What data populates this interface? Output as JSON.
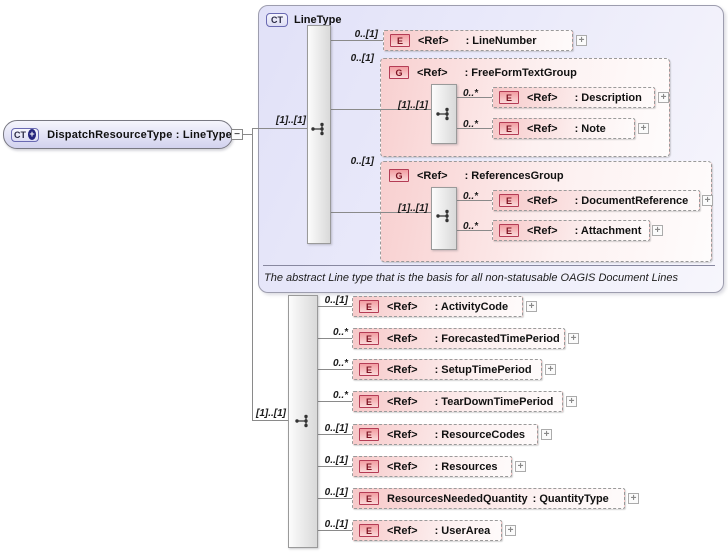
{
  "root_element": {
    "badge": "CT",
    "label": "DispatchResourceType : LineType",
    "collapse_glyph": "−"
  },
  "icons": {
    "expand": "+",
    "sequence": "sequence-compositor"
  },
  "colors": {
    "accent_purple": "#e1e1f8",
    "accent_pink": "#f7c9c9",
    "badge_red": "#b43c55",
    "line_gray": "#8a8a8a"
  },
  "linetype": {
    "badge": "CT",
    "title": "LineType",
    "annotation": "The abstract Line type that is the basis for all non-statusable OAGIS Document Lines",
    "entry_cardinality": "[1]..[1]",
    "line_number": {
      "card": "0..[1]",
      "badge": "E",
      "ref": "<Ref>",
      "name": ": LineNumber"
    },
    "freeform_group": {
      "card": "0..[1]",
      "badge": "G",
      "ref": "<Ref>",
      "name": ": FreeFormTextGroup",
      "inner_cardinality": "[1]..[1]",
      "description": {
        "card": "0..*",
        "badge": "E",
        "ref": "<Ref>",
        "name": ": Description"
      },
      "note": {
        "card": "0..*",
        "badge": "E",
        "ref": "<Ref>",
        "name": ": Note"
      }
    },
    "references_group": {
      "card": "0..[1]",
      "badge": "G",
      "ref": "<Ref>",
      "name": ": ReferencesGroup",
      "inner_cardinality": "[1]..[1]",
      "document_reference": {
        "card": "0..*",
        "badge": "E",
        "ref": "<Ref>",
        "name": ": DocumentReference"
      },
      "attachment": {
        "card": "0..*",
        "badge": "E",
        "ref": "<Ref>",
        "name": ": Attachment"
      }
    }
  },
  "sequence": {
    "entry_cardinality": "[1]..[1]",
    "items": [
      {
        "card": "0..[1]",
        "badge": "E",
        "ref": "<Ref>",
        "name": ": ActivityCode"
      },
      {
        "card": "0..*",
        "badge": "E",
        "ref": "<Ref>",
        "name": ": ForecastedTimePeriod"
      },
      {
        "card": "0..*",
        "badge": "E",
        "ref": "<Ref>",
        "name": ": SetupTimePeriod"
      },
      {
        "card": "0..*",
        "badge": "E",
        "ref": "<Ref>",
        "name": ": TearDownTimePeriod"
      },
      {
        "card": "0..[1]",
        "badge": "E",
        "ref": "<Ref>",
        "name": ": ResourceCodes"
      },
      {
        "card": "0..[1]",
        "badge": "E",
        "ref": "<Ref>",
        "name": ": Resources"
      },
      {
        "card": "0..[1]",
        "badge": "E",
        "ref": "ResourcesNeededQuantity",
        "name": ": QuantityType"
      },
      {
        "card": "0..[1]",
        "badge": "E",
        "ref": "<Ref>",
        "name": ": UserArea"
      }
    ]
  }
}
